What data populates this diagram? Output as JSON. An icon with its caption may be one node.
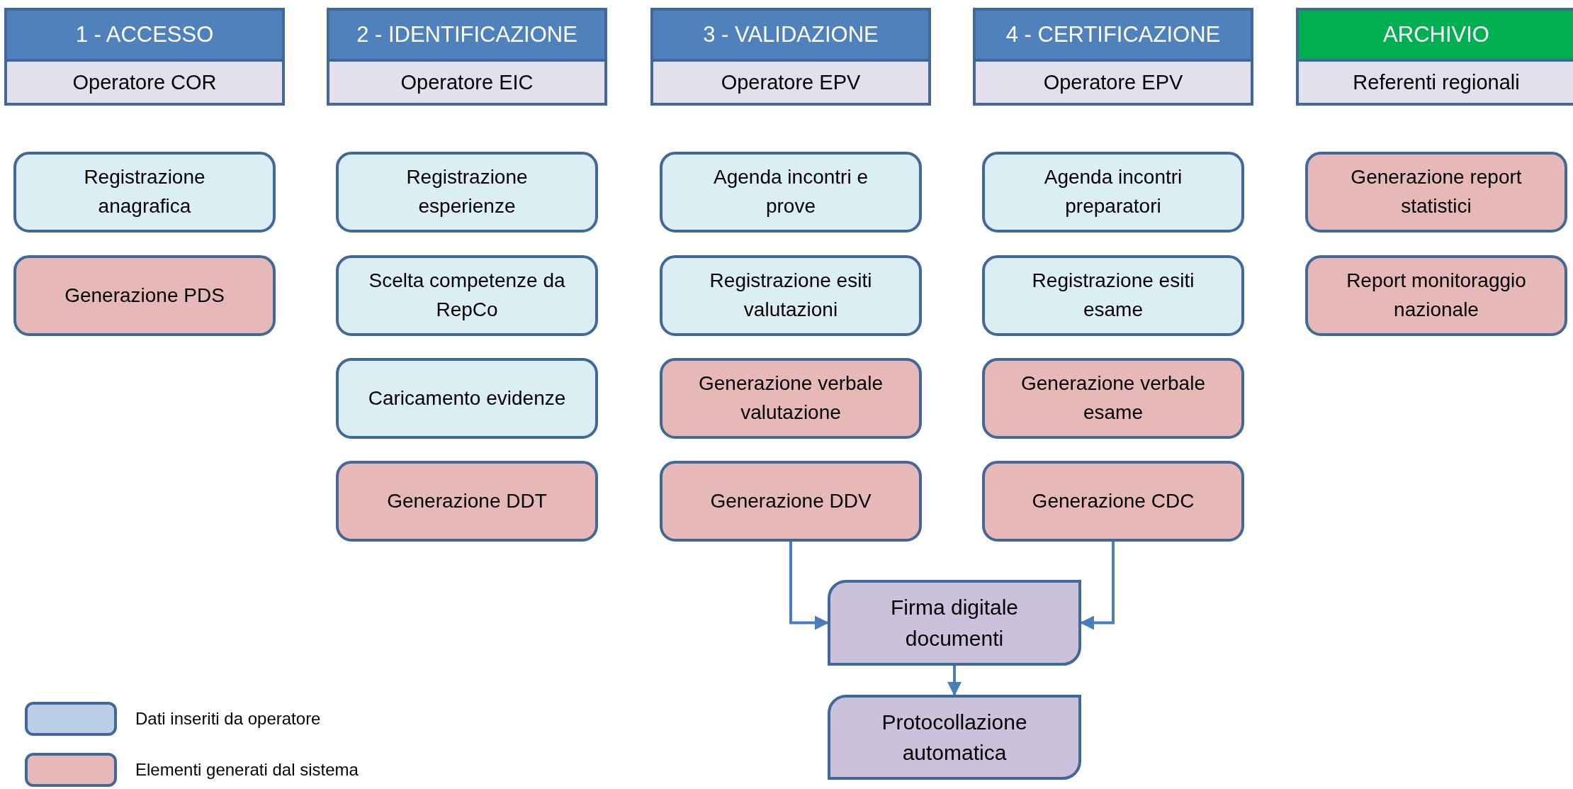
{
  "diagram": {
    "nodes": [
      {
        "text": [
          "1 - ACCESSO"
        ]
      },
      {
        "text": [
          "Operatore COR"
        ]
      },
      {
        "text": [
          "Registrazione anagrafica"
        ]
      },
      {
        "text": [
          "Generazione PDS"
        ]
      },
      {
        "text": [
          "2 - IDENTIFICAZIONE"
        ]
      },
      {
        "text": [
          "Operatore EIC"
        ]
      },
      {
        "text": [
          "Registrazione esperienze"
        ]
      },
      {
        "text": [
          "Scelta competenze da RepCo"
        ]
      },
      {
        "text": [
          "Caricamento evidenze"
        ]
      },
      {
        "text": [
          "Generazione DDT"
        ]
      },
      {
        "text": [
          "3 - VALIDAZIONE"
        ]
      },
      {
        "text": [
          "Operatore EPV"
        ]
      },
      {
        "text": [
          "Agenda incontri e prove"
        ]
      },
      {
        "text": [
          "Registrazione esiti valutazioni"
        ]
      },
      {
        "text": [
          "Generazione verbale valutazione"
        ]
      },
      {
        "text": [
          "Generazione DDV"
        ]
      },
      {
        "text": [
          "4 - CERTIFICAZIONE"
        ]
      },
      {
        "text": [
          "Operatore EPV"
        ]
      },
      {
        "text": [
          "Agenda incontri preparatori"
        ]
      },
      {
        "text": [
          "Registrazione esiti esame"
        ]
      },
      {
        "text": [
          "Generazione verbale esame"
        ]
      },
      {
        "text": [
          "Generazione CDC"
        ]
      },
      {
        "text": [
          "ARCHIVIO"
        ]
      },
      {
        "text": [
          "Referenti regionali"
        ]
      },
      {
        "text": [
          "Generazione report statistici"
        ]
      },
      {
        "text": [
          "Report monitoraggio nazionale"
        ]
      },
      {
        "text": [
          "Firma digitale documenti"
        ]
      },
      {
        "text": [
          "Protocollazione automatica"
        ]
      }
    ],
    "edges": [
      {
        "from": 15,
        "to": 26,
        "arrow": "to"
      },
      {
        "from": 21,
        "to": 26,
        "arrow": "to"
      },
      {
        "from": 26,
        "to": 27,
        "arrow": "to"
      }
    ],
    "legend": [
      {
        "text": "Dati inseriti da operatore",
        "color": "#b9cde5"
      },
      {
        "text": "Elementi generati dal sistema",
        "color": "#e6b9b8"
      }
    ]
  }
}
